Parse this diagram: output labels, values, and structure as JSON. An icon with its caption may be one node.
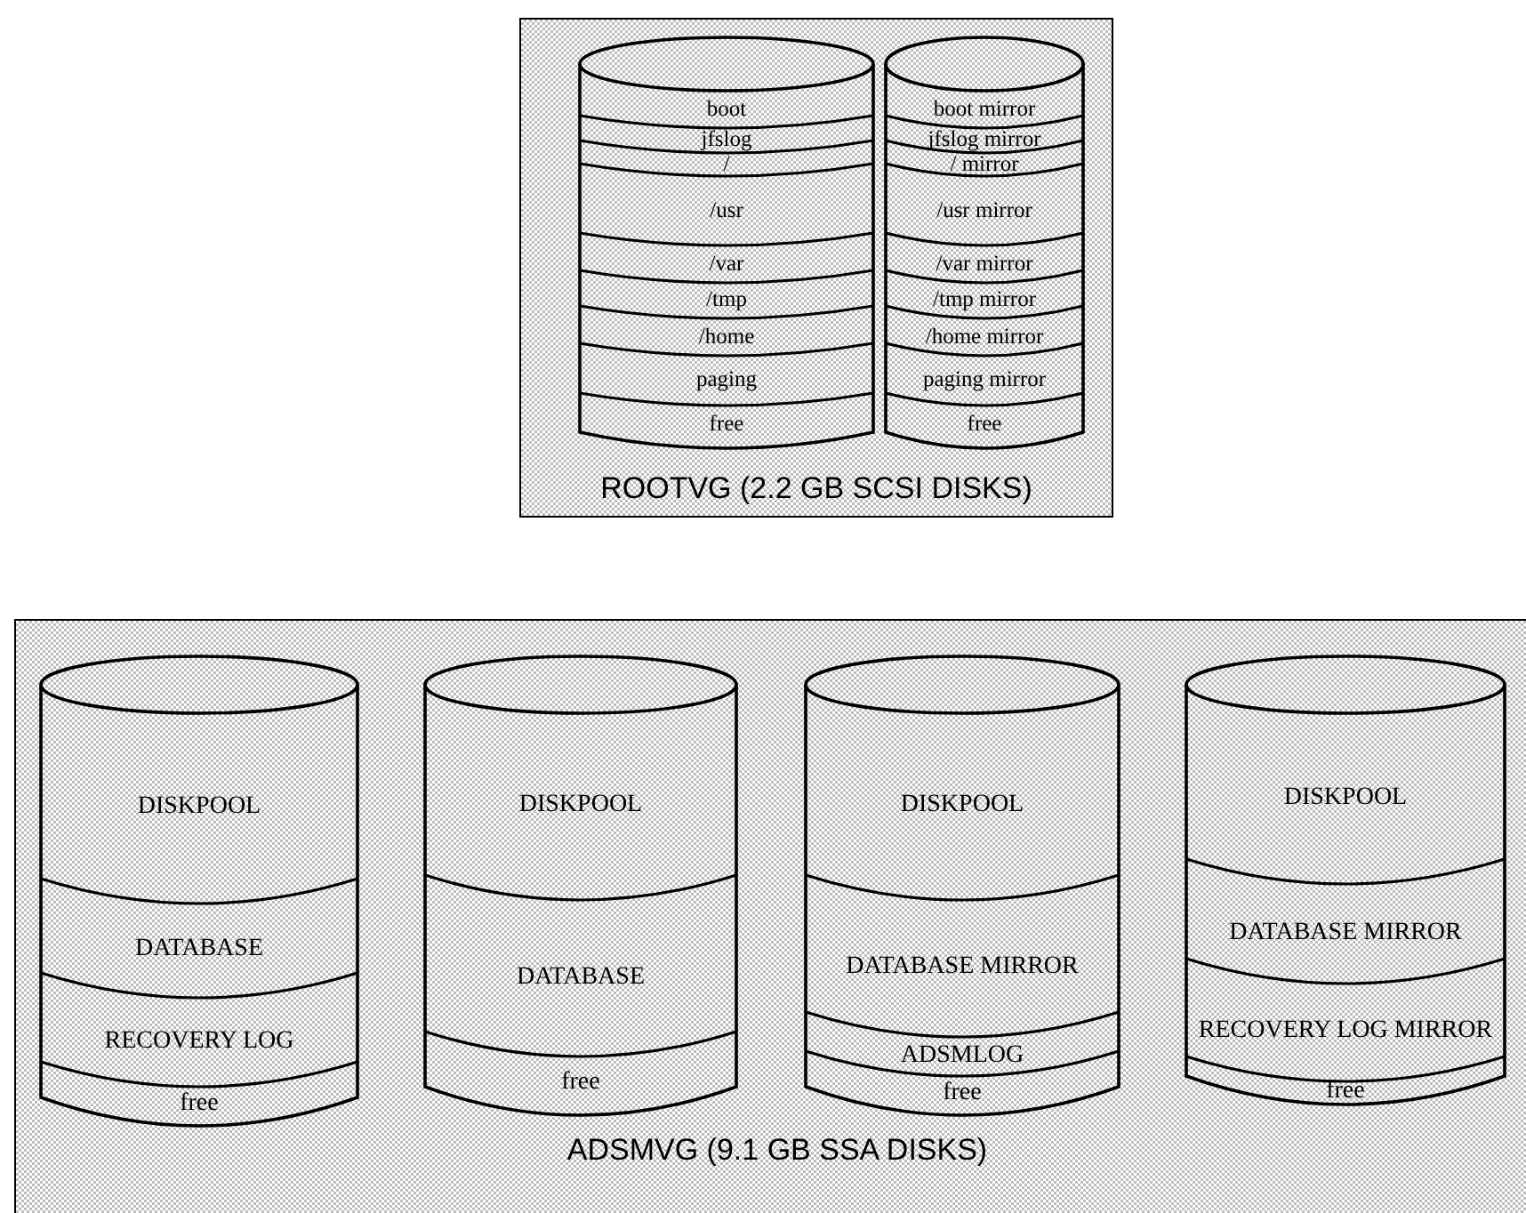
{
  "diagram": {
    "nodes": [
      {
        "text": [
          "ROOTVG (2.2 GB SCSI DISKS)"
        ]
      },
      {
        "text": [],
        "shape": "cylinder",
        "in": 0
      },
      {
        "text": [
          "boot"
        ],
        "in": 1
      },
      {
        "text": [
          "jfslog"
        ],
        "in": 1
      },
      {
        "text": [
          "/"
        ],
        "in": 1
      },
      {
        "text": [
          "/usr"
        ],
        "in": 1
      },
      {
        "text": [
          "/var"
        ],
        "in": 1
      },
      {
        "text": [
          "/tmp"
        ],
        "in": 1
      },
      {
        "text": [
          "/home"
        ],
        "in": 1
      },
      {
        "text": [
          "paging"
        ],
        "in": 1
      },
      {
        "text": [
          "free"
        ],
        "in": 1
      },
      {
        "text": [],
        "shape": "cylinder",
        "in": 0
      },
      {
        "text": [
          "boot mirror"
        ],
        "in": 11
      },
      {
        "text": [
          "jfslog mirror"
        ],
        "in": 11
      },
      {
        "text": [
          "/ mirror"
        ],
        "in": 11
      },
      {
        "text": [
          "/usr mirror"
        ],
        "in": 11
      },
      {
        "text": [
          "/var mirror"
        ],
        "in": 11
      },
      {
        "text": [
          "/tmp mirror"
        ],
        "in": 11
      },
      {
        "text": [
          "/home mirror"
        ],
        "in": 11
      },
      {
        "text": [
          "paging mirror"
        ],
        "in": 11
      },
      {
        "text": [
          "free"
        ],
        "in": 11
      },
      {
        "text": [
          "ADSMVG (9.1 GB SSA DISKS)"
        ]
      },
      {
        "text": [],
        "shape": "cylinder",
        "in": 21
      },
      {
        "text": [
          "DISKPOOL"
        ],
        "in": 22
      },
      {
        "text": [
          "DATABASE"
        ],
        "in": 22
      },
      {
        "text": [
          "RECOVERY LOG"
        ],
        "in": 22
      },
      {
        "text": [
          "free"
        ],
        "in": 22
      },
      {
        "text": [],
        "shape": "cylinder",
        "in": 21
      },
      {
        "text": [
          "DISKPOOL"
        ],
        "in": 27
      },
      {
        "text": [
          "DATABASE"
        ],
        "in": 27
      },
      {
        "text": [
          "free"
        ],
        "in": 27
      },
      {
        "text": [],
        "shape": "cylinder",
        "in": 21
      },
      {
        "text": [
          "DISKPOOL"
        ],
        "in": 31
      },
      {
        "text": [
          "DATABASE MIRROR"
        ],
        "in": 31
      },
      {
        "text": [
          "ADSMLOG"
        ],
        "in": 31
      },
      {
        "text": [
          "free"
        ],
        "in": 31
      },
      {
        "text": [],
        "shape": "cylinder",
        "in": 21
      },
      {
        "text": [
          "DISKPOOL"
        ],
        "in": 36
      },
      {
        "text": [
          "DATABASE MIRROR"
        ],
        "in": 36
      },
      {
        "text": [
          "RECOVERY LOG MIRROR"
        ],
        "in": 36
      },
      {
        "text": [
          "free"
        ],
        "in": 36
      }
    ]
  }
}
